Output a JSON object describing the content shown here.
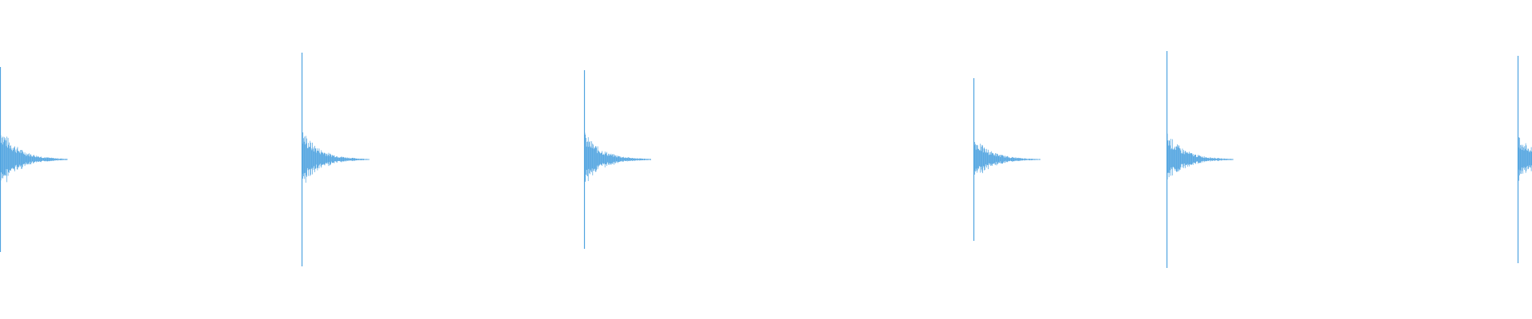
{
  "waveform": {
    "color": "#4fa3e0",
    "background": "#ffffff",
    "hits": [
      {
        "amplitude": 0.58,
        "tail": 0.22
      },
      {
        "amplitude": 0.67,
        "tail": 0.2
      },
      {
        "amplitude": 0.56,
        "tail": 0.18
      },
      {
        "amplitude": 0.51,
        "tail": 0.15
      },
      {
        "amplitude": 0.68,
        "tail": 0.18
      },
      {
        "amplitude": 0.65,
        "tail": 0.17
      }
    ]
  }
}
